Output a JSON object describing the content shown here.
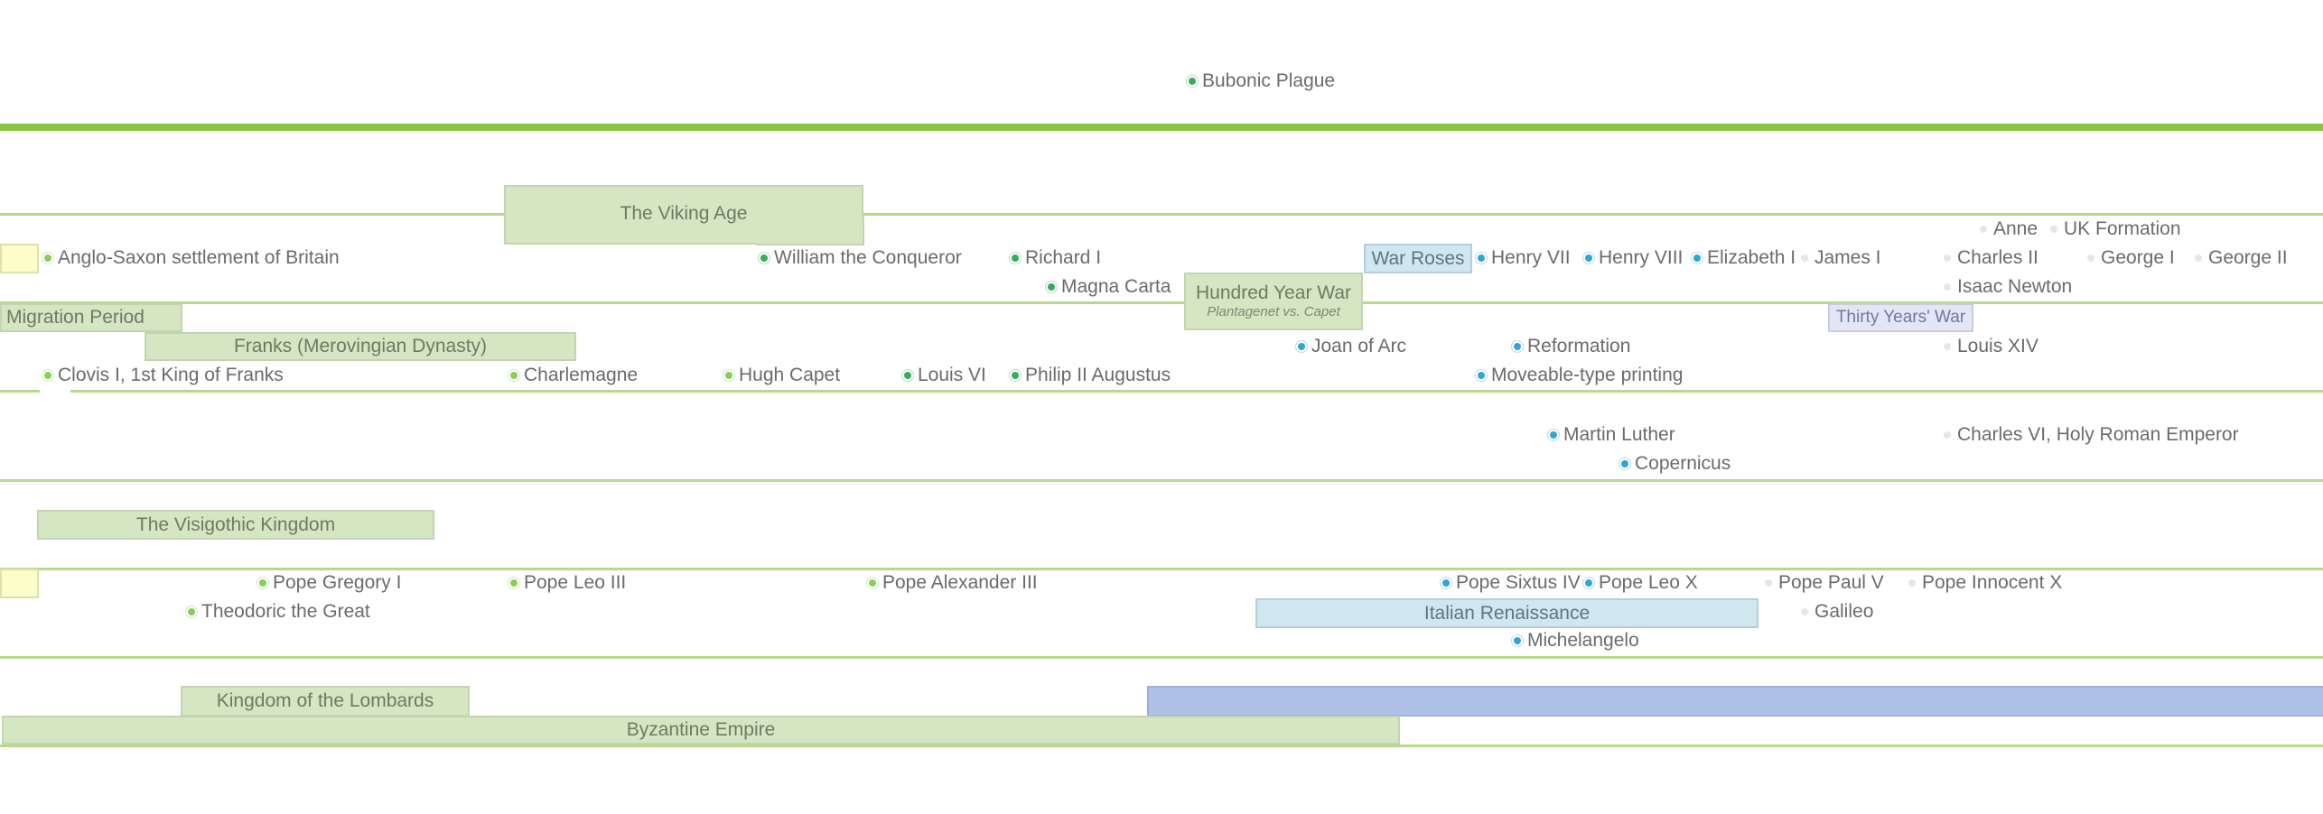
{
  "colors": {
    "line": "#b6d98a",
    "top_line": "#8cc63f",
    "bar_green": "#d5e6c3",
    "bar_blue": "#cfe7ef",
    "bar_lavender": "#e3e6f5",
    "bar_yellow": "#fdfdc9",
    "bar_strong_blue": "#aec1e6",
    "dot_green": "#3aaa5c",
    "dot_lightgreen": "#8ccc5a",
    "dot_blue": "#2fa6d8",
    "dot_pale": "#e4e6ef"
  },
  "periods": {
    "viking_age": "The Viking Age",
    "migration_period": "Migration Period",
    "franks": "Franks (Merovingian Dynasty)",
    "hundred_year_war": "Hundred Year War",
    "hundred_year_war_sub": "Plantagenet vs. Capet",
    "war_roses": "War Roses",
    "thirty_years_war": "Thirty Years' War",
    "visigothic_kingdom": "The Visigothic Kingdom",
    "italian_renaissance": "Italian Renaissance",
    "kingdom_lombards": "Kingdom of the Lombards",
    "byzantine_empire": "Byzantine Empire"
  },
  "events": {
    "bubonic_plague": "Bubonic Plague",
    "anglo_saxon": "Anglo-Saxon settlement of Britain",
    "william": "William the Conqueror",
    "richard_i": "Richard I",
    "magna_carta": "Magna Carta",
    "henry_vii": "Henry VII",
    "henry_viii": "Henry VIII",
    "elizabeth_i": "Elizabeth I",
    "james_i": "James I",
    "anne": "Anne",
    "uk_formation": "UK Formation",
    "charles_ii": "Charles II",
    "george_i": "George I",
    "george_ii": "George II",
    "isaac_newton": "Isaac Newton",
    "joan_of_arc": "Joan of Arc",
    "reformation": "Reformation",
    "louis_xiv": "Louis XIV",
    "clovis": "Clovis I, 1st King of Franks",
    "charlemagne": "Charlemagne",
    "hugh_capet": "Hugh Capet",
    "louis_vi": "Louis VI",
    "philip_ii": "Philip II Augustus",
    "printing": "Moveable-type printing",
    "martin_luther": "Martin Luther",
    "charles_vi": "Charles VI, Holy Roman Emperor",
    "copernicus": "Copernicus",
    "pope_gregory": "Pope Gregory I",
    "pope_leo_iii": "Pope Leo III",
    "pope_alexander": "Pope Alexander III",
    "pope_sixtus": "Pope Sixtus IV",
    "pope_leo_x": "Pope Leo X",
    "pope_paul": "Pope Paul V",
    "pope_innocent": "Pope Innocent X",
    "theodoric": "Theodoric the Great",
    "galileo": "Galileo",
    "michelangelo": "Michelangelo"
  }
}
